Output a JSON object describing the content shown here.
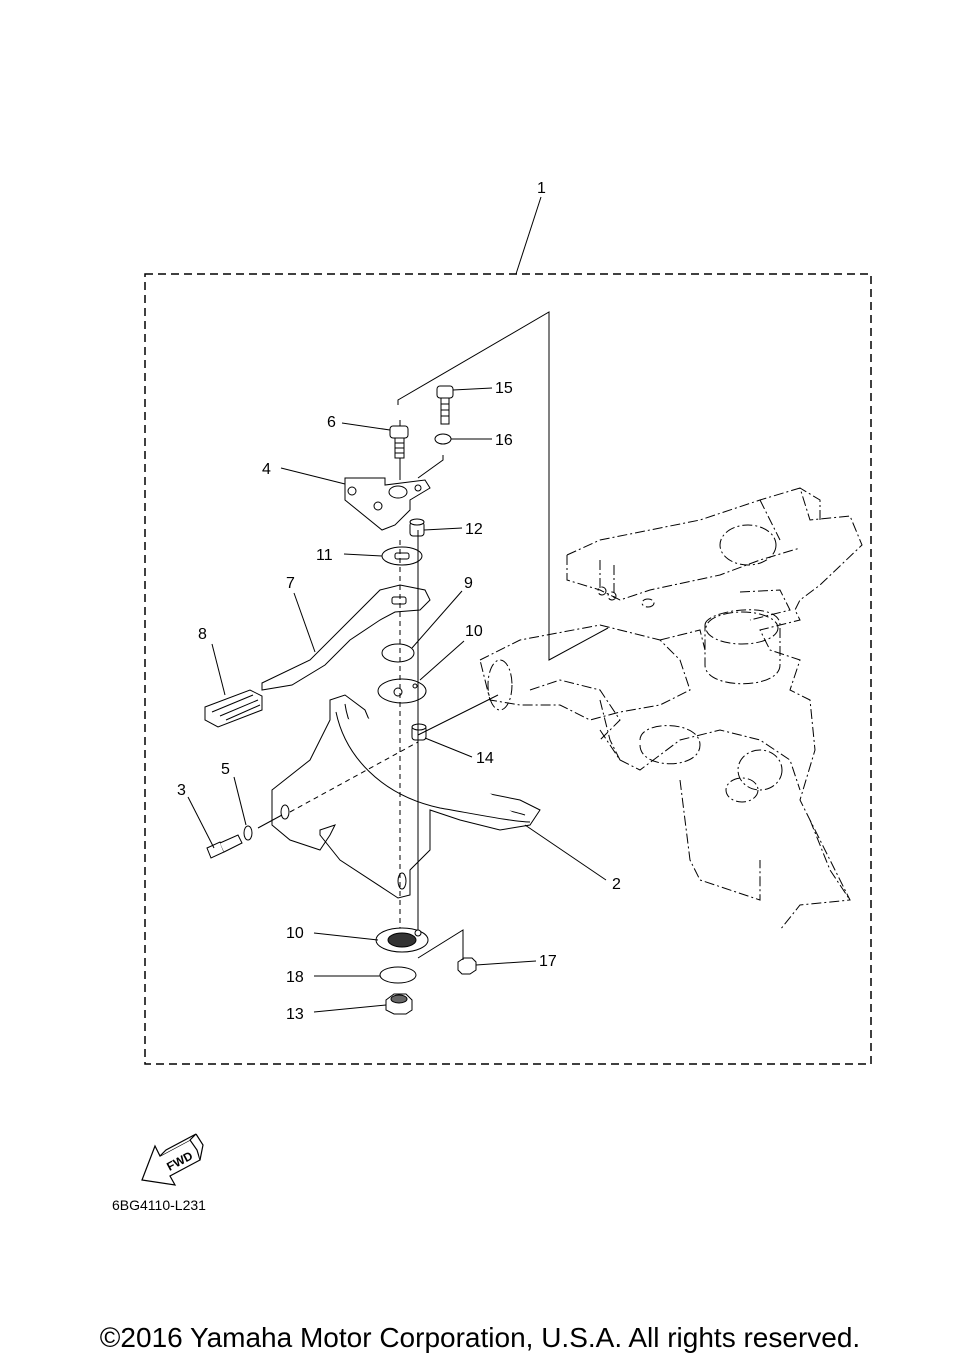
{
  "diagram": {
    "callouts": [
      {
        "id": "c1",
        "label": "1"
      },
      {
        "id": "c2",
        "label": "2"
      },
      {
        "id": "c3",
        "label": "3"
      },
      {
        "id": "c4",
        "label": "4"
      },
      {
        "id": "c5",
        "label": "5"
      },
      {
        "id": "c6",
        "label": "6"
      },
      {
        "id": "c7",
        "label": "7"
      },
      {
        "id": "c8",
        "label": "8"
      },
      {
        "id": "c9",
        "label": "9"
      },
      {
        "id": "c10a",
        "label": "10"
      },
      {
        "id": "c10b",
        "label": "10"
      },
      {
        "id": "c11",
        "label": "11"
      },
      {
        "id": "c12",
        "label": "12"
      },
      {
        "id": "c13",
        "label": "13"
      },
      {
        "id": "c14",
        "label": "14"
      },
      {
        "id": "c15",
        "label": "15"
      },
      {
        "id": "c16",
        "label": "16"
      },
      {
        "id": "c17",
        "label": "17"
      },
      {
        "id": "c18",
        "label": "18"
      }
    ],
    "fwd_label": "FWD",
    "reference_code": "6BG4110-L231"
  },
  "footer": {
    "copyright": "©2016 Yamaha Motor Corporation, U.S.A. All rights reserved."
  }
}
